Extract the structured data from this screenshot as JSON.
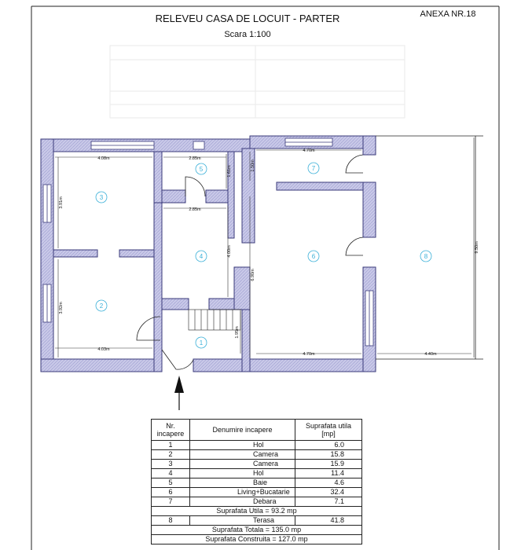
{
  "header": {
    "title": "RELEVEU CASA DE LOCUIT - PARTER",
    "scale": "Scara 1:100",
    "anexa": "ANEXA NR.18"
  },
  "dimensions": {
    "d1": "4.08m",
    "d2": "2.85m",
    "d3": "1.61m",
    "d4": "1.50m",
    "d5": "4.70m",
    "d6": "3.91m",
    "d7": "2.85m",
    "d8": "4.00m",
    "d9": "6.90m",
    "d10": "3.92m",
    "d11": "4.03m",
    "d12": "1.95m",
    "d13": "4.70m",
    "d14": "4.40m",
    "d15": "9.50m"
  },
  "room_markers": [
    "1",
    "2",
    "3",
    "4",
    "5",
    "6",
    "7",
    "8"
  ],
  "table": {
    "headers": {
      "nr": "Nr. incapere",
      "name": "Denumire incapere",
      "area": "Suprafata utila [mp]"
    },
    "rows": [
      {
        "nr": "1",
        "name": "Hol",
        "area": "6.0"
      },
      {
        "nr": "2",
        "name": "Camera",
        "area": "15.8"
      },
      {
        "nr": "3",
        "name": "Camera",
        "area": "15.9"
      },
      {
        "nr": "4",
        "name": "Hol",
        "area": "11.4"
      },
      {
        "nr": "5",
        "name": "Baie",
        "area": "4.6"
      },
      {
        "nr": "6",
        "name": "Living+Bucatarie",
        "area": "32.4"
      },
      {
        "nr": "7",
        "name": "Debara",
        "area": "7.1"
      }
    ],
    "total_utila": "Suprafata Utila = 93.2 mp",
    "terasa": {
      "nr": "8",
      "name": "Terasa",
      "area": "41.8"
    },
    "total_totala": "Suprafata Totala = 135.0 mp",
    "total_construita": "Suprafata Construita = 127.0 mp"
  },
  "colors": {
    "wall_fill": "#c9c9e8",
    "wall_stroke": "#3a3a7a",
    "room_marker": "#3bb0d8",
    "line": "#222222"
  }
}
